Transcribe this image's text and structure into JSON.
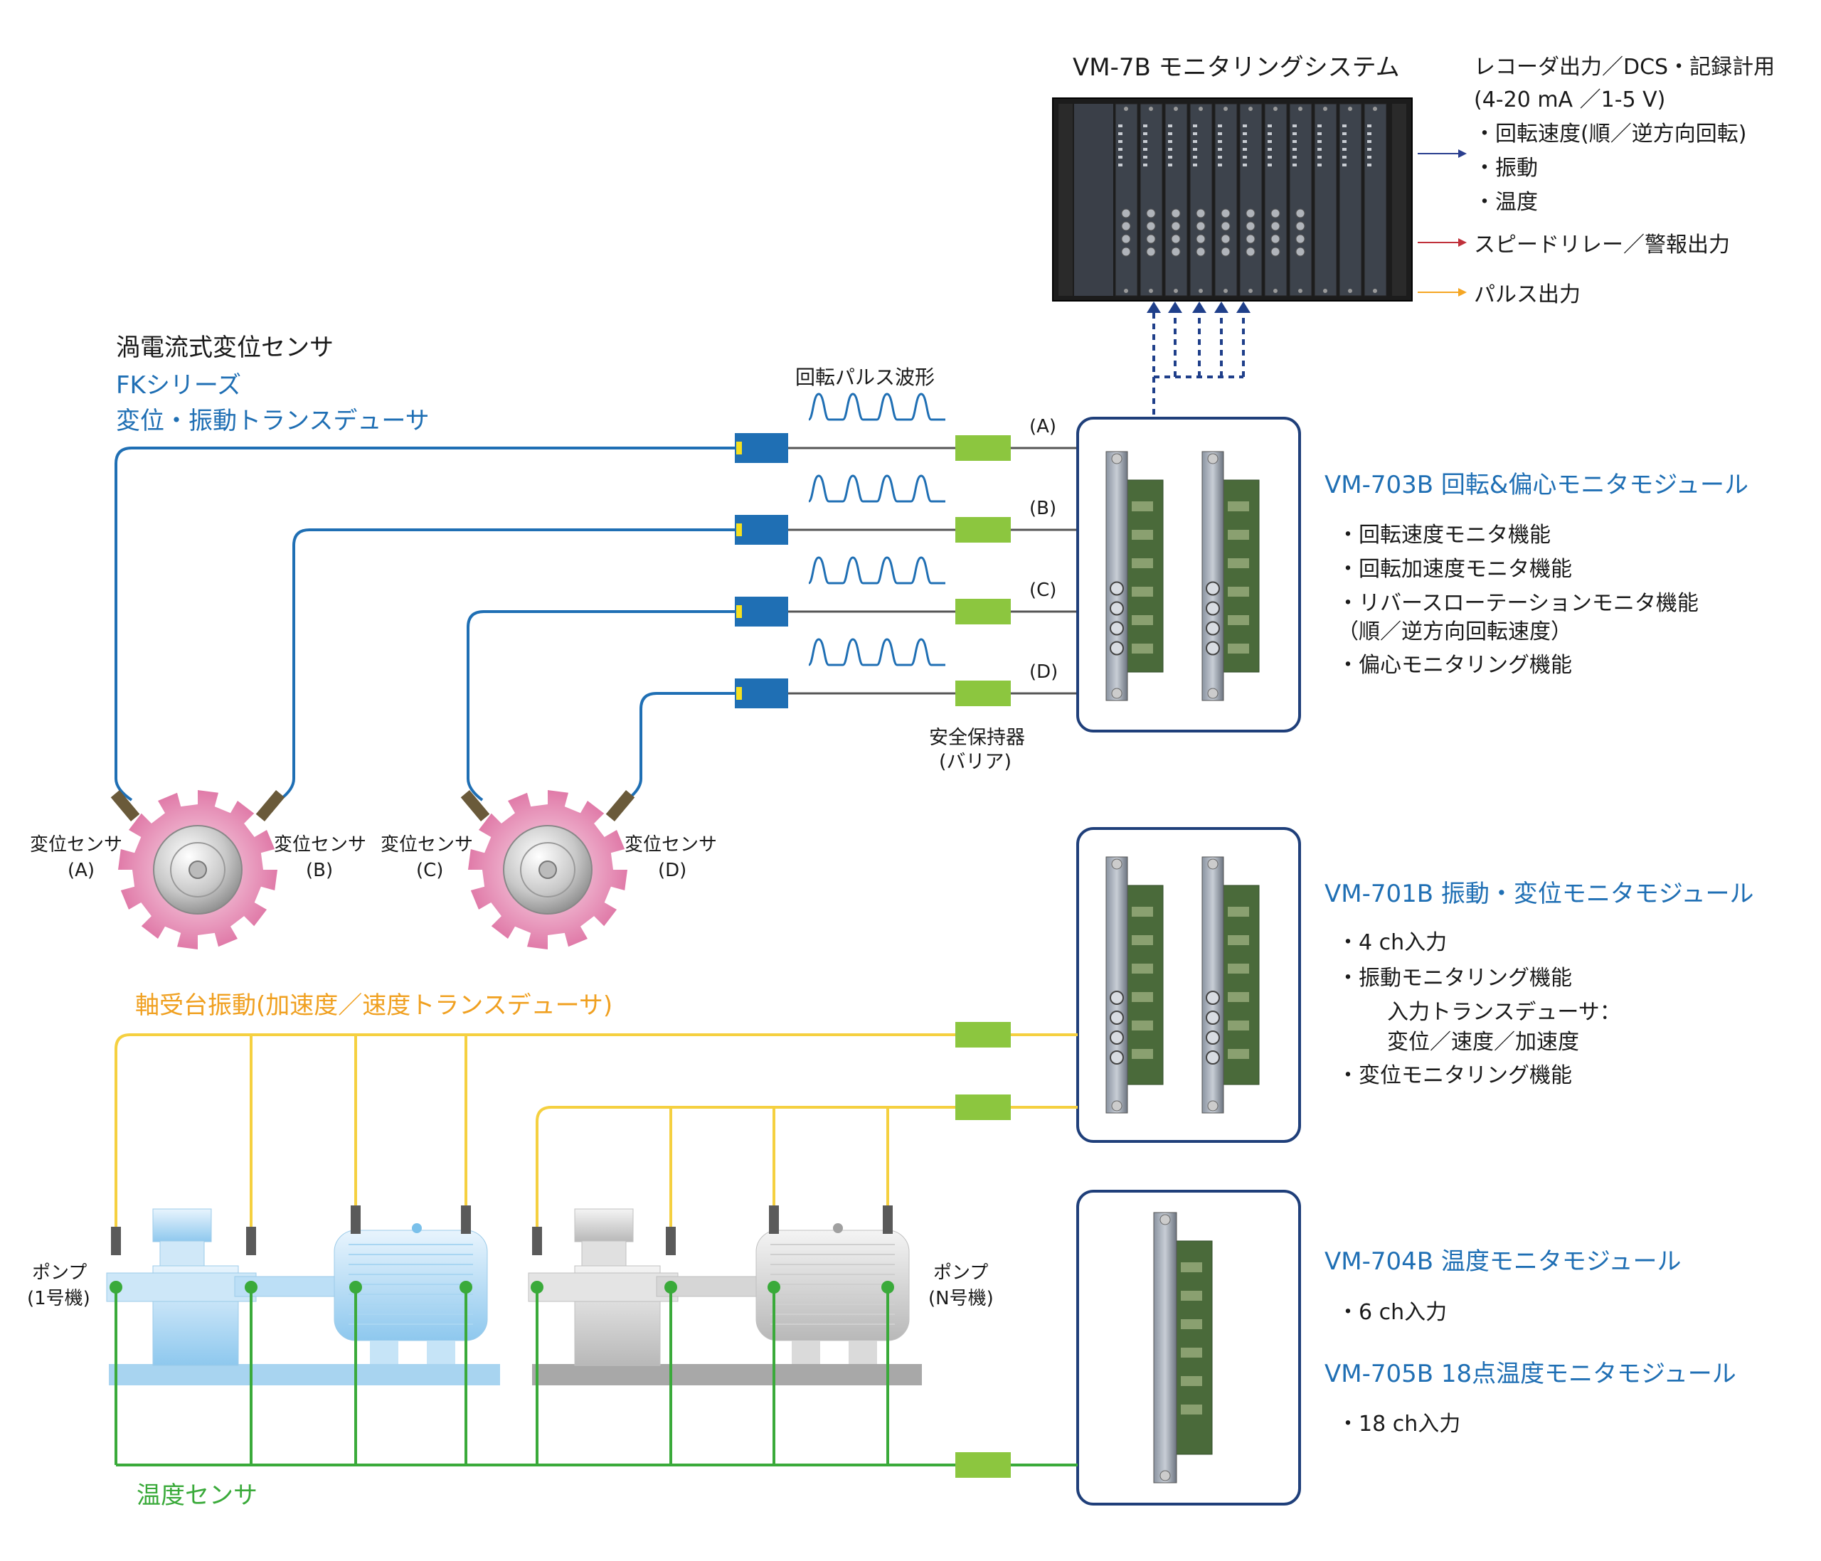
{
  "system": {
    "title": "VM-7B モニタリングシステム",
    "outputs_header_1": "レコーダ出力／DCS・記録計用",
    "outputs_header_2": "(4-20 mA ／1-5 V)",
    "output_items": [
      "・回転速度(順／逆方向回転)",
      "・振動",
      "・温度"
    ],
    "relay_output": "スピードリレー／警報出力",
    "pulse_output": "パルス出力"
  },
  "eddy_sensor": {
    "line1": "渦電流式変位センサ",
    "line2": "FKシリーズ",
    "line3": "変位・振動トランスデューサ"
  },
  "pulse_waveform_label": "回転パルス波形",
  "channels": [
    "(A)",
    "(B)",
    "(C)",
    "(D)"
  ],
  "barrier": {
    "line1": "安全保持器",
    "line2": "(バリア)"
  },
  "displacement_sensors": [
    {
      "name": "変位センサ",
      "id": "(A)"
    },
    {
      "name": "変位センサ",
      "id": "(B)"
    },
    {
      "name": "変位センサ",
      "id": "(C)"
    },
    {
      "name": "変位センサ",
      "id": "(D)"
    }
  ],
  "modules": {
    "vm703b": {
      "title": "VM-703B  回転&偏心モニタモジュール",
      "features": [
        "・回転速度モニタ機能",
        "・回転加速度モニタ機能",
        "・リバースローテーションモニタ機能",
        "（順／逆方向回転速度）",
        "・偏心モニタリング機能"
      ]
    },
    "vm701b": {
      "title": "VM-701B  振動・変位モニタモジュール",
      "features": [
        "・4 ch入力",
        "・振動モニタリング機能",
        "入力トランスデューサ：",
        "変位／速度／加速度",
        "・変位モニタリング機能"
      ]
    },
    "vm704b": {
      "title": "VM-704B 温度モニタモジュール",
      "features": [
        "・6 ch入力"
      ]
    },
    "vm705b": {
      "title": "VM-705B 18点温度モニタモジュール",
      "features": [
        "・18 ch入力"
      ]
    }
  },
  "bearing_vibration_label": "軸受台振動(加速度／速度トランスデューサ)",
  "temperature_sensor_label": "温度センサ",
  "pumps": [
    {
      "line1": "ポンプ",
      "line2": "(1号機)"
    },
    {
      "line1": "ポンプ",
      "line2": "(N号機)"
    }
  ],
  "colors": {
    "blue_text": "#1f6fb4",
    "blue_cable": "#1f6fb4",
    "orange_text": "#f0a020",
    "yellow_cable": "#f5d040",
    "green": "#3aaa3a",
    "barrier_green": "#8cc63f",
    "module_border": "#1f3f7a",
    "arrow_navy": "#2a3f8f",
    "arrow_red": "#c0303a",
    "arrow_orange": "#f5a623"
  }
}
